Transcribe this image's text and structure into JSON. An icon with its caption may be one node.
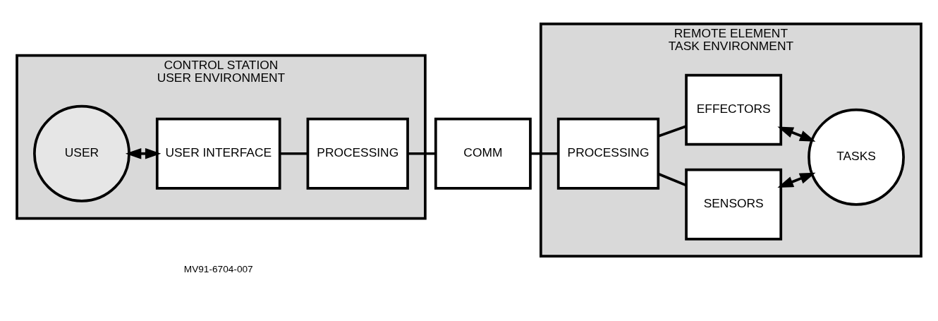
{
  "diagram": {
    "nodes": [
      {
        "text": [
          "CONTROL STATION",
          "USER ENVIRONMENT"
        ]
      },
      {
        "text": [
          "USER"
        ],
        "in": 0
      },
      {
        "text": [
          "USER INTERFACE"
        ],
        "in": 0
      },
      {
        "text": [
          "PROCESSING"
        ],
        "in": 0
      },
      {
        "text": [
          "COMM"
        ]
      },
      {
        "text": [
          "REMOTE ELEMENT",
          "TASK ENVIRONMENT"
        ]
      },
      {
        "text": [
          "PROCESSING"
        ],
        "in": 5
      },
      {
        "text": [
          "SENSORS"
        ],
        "in": 5
      },
      {
        "text": [
          "EFFECTORS"
        ],
        "in": 5
      },
      {
        "text": [
          "TASKS"
        ],
        "in": 5
      }
    ],
    "edges": [
      {
        "from": 1,
        "to": 2,
        "arrow": "both"
      },
      {
        "from": 2,
        "to": 3,
        "arrow": "none"
      },
      {
        "from": 3,
        "to": 4,
        "arrow": "none"
      },
      {
        "from": 4,
        "to": 6,
        "arrow": "none"
      },
      {
        "from": 6,
        "to": 7,
        "arrow": "none"
      },
      {
        "from": 6,
        "to": 8,
        "arrow": "none"
      },
      {
        "from": 7,
        "to": 9,
        "arrow": "both"
      },
      {
        "from": 8,
        "to": 9,
        "arrow": "both"
      }
    ],
    "labels": [
      "MV91-6704-007"
    ]
  }
}
